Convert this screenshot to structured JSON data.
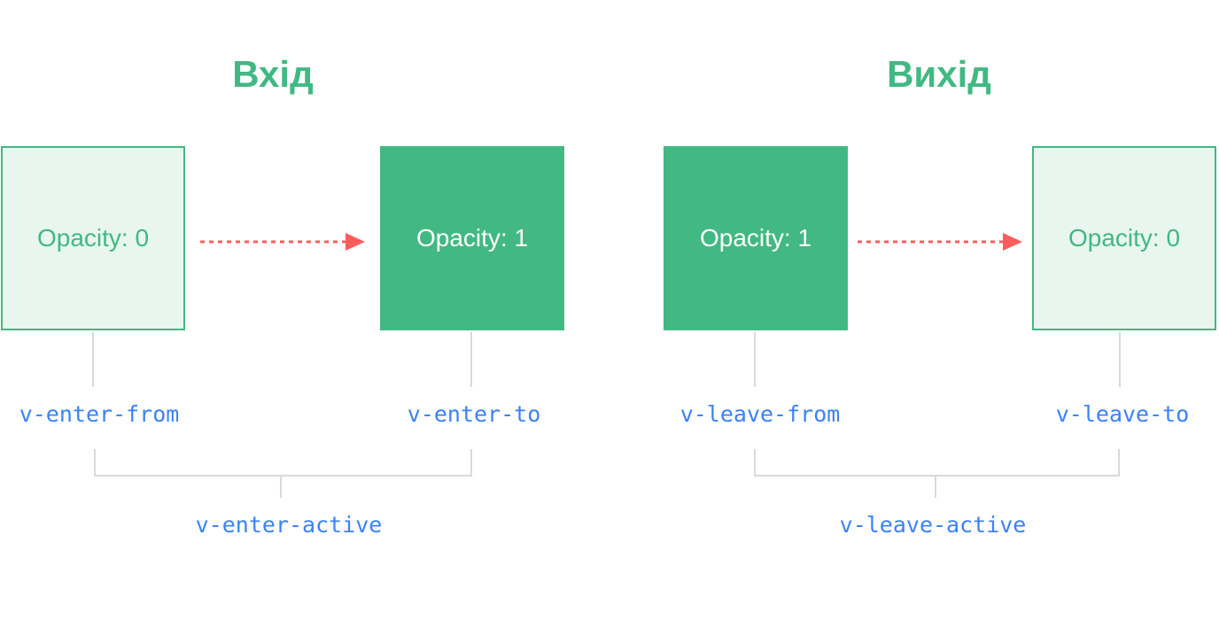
{
  "enter": {
    "title": "Вхід",
    "from_box": {
      "label": "Opacity: 0"
    },
    "to_box": {
      "label": "Opacity: 1"
    },
    "from_class": "v-enter-from",
    "to_class": "v-enter-to",
    "active_class": "v-enter-active"
  },
  "leave": {
    "title": "Вихід",
    "from_box": {
      "label": "Opacity: 1"
    },
    "to_box": {
      "label": "Opacity: 0"
    },
    "from_class": "v-leave-from",
    "to_class": "v-leave-to",
    "active_class": "v-leave-active"
  },
  "colors": {
    "accent_green": "#42b883",
    "faded_fill": "#e9f6ef",
    "arrow_red": "#ff5c5c",
    "class_blue": "#3b82f6",
    "connector_gray": "#d9d9d9"
  }
}
